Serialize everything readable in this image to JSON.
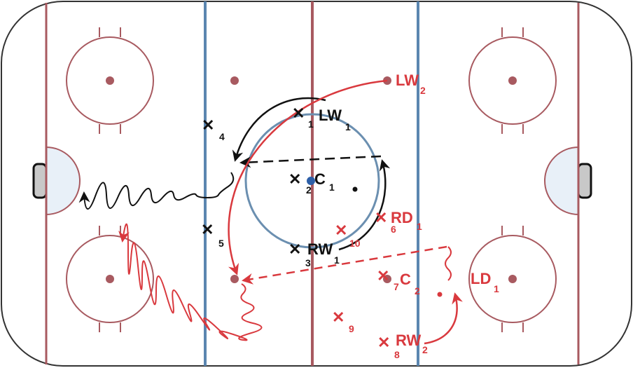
{
  "colors": {
    "board": "#333333",
    "red_line": "#a85a60",
    "blue_line": "#5b86b0",
    "team1": "#111111",
    "team2": "#d9393e",
    "crease_fill": "#e8f0f8",
    "net": "#c8c8c8"
  },
  "team1": {
    "players": [
      {
        "label": "LW",
        "label_sub": "1",
        "num": "1"
      },
      {
        "label": "C",
        "label_sub": "1",
        "num": "2"
      },
      {
        "label": "RW",
        "label_sub": "1",
        "num": "3"
      },
      {
        "label": "",
        "label_sub": "",
        "num": "4"
      },
      {
        "label": "",
        "label_sub": "",
        "num": "5"
      }
    ]
  },
  "team2": {
    "players": [
      {
        "label": "LW",
        "label_sub": "2",
        "num": ""
      },
      {
        "label": "RD",
        "label_sub": "1",
        "num": "6"
      },
      {
        "label": "",
        "label_sub": "",
        "num": "10"
      },
      {
        "label": "C",
        "label_sub": "2",
        "num": "7"
      },
      {
        "label": "",
        "label_sub": "",
        "num": "9"
      },
      {
        "label": "RW",
        "label_sub": "2",
        "num": "8"
      },
      {
        "label": "LD",
        "label_sub": "1",
        "num": ""
      }
    ]
  },
  "legend_icons": [
    "x-player-marker",
    "solid-arrow-skate",
    "dashed-arrow-pass",
    "wavy-arrow-carry"
  ]
}
